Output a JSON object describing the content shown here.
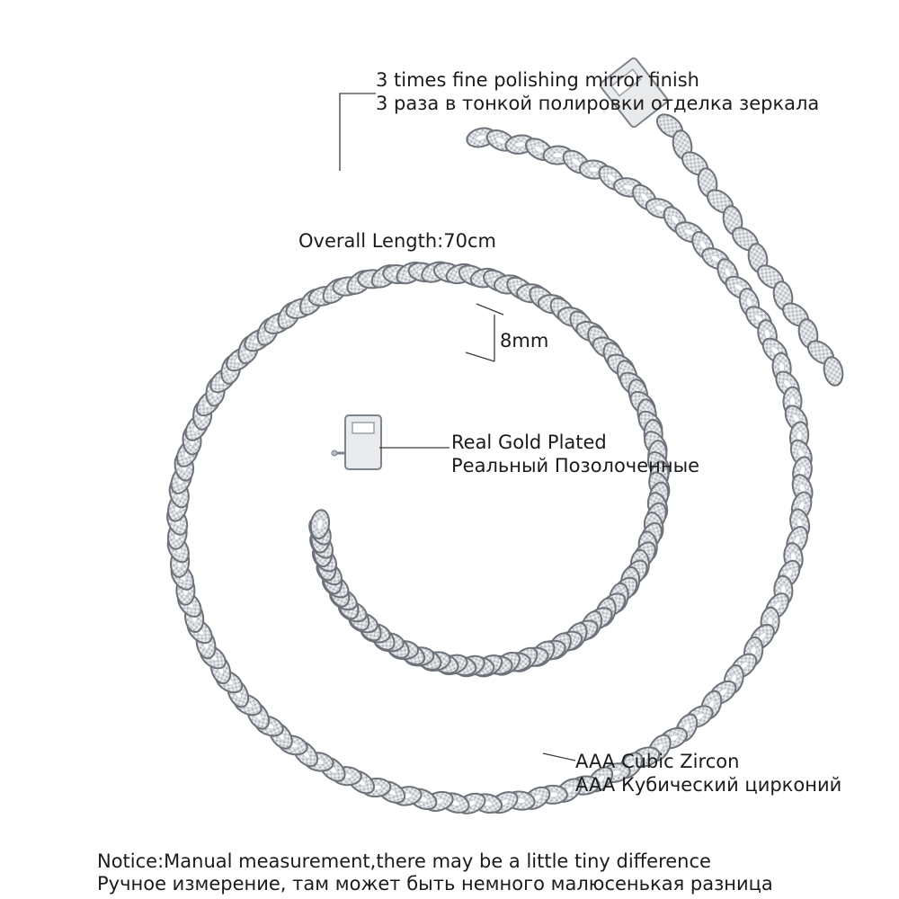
{
  "image": {
    "subject": "silver cubic zirconia Cuban link chain necklace coiled in a spiral",
    "background_color": "#ffffff",
    "metal_color": "#c9ccd0",
    "highlight_color": "#f4f6f8",
    "shadow_color": "#6d7279"
  },
  "annotations": {
    "polishing": {
      "en": "3 times fine polishing mirror finish",
      "ru": "3 раза в тонкой полировки отделка зеркала"
    },
    "length": {
      "label": "Overall Length:",
      "value": "70cm"
    },
    "width": {
      "value": "8mm"
    },
    "plating": {
      "en": "Real Gold Plated",
      "ru": "Реальный Позолоченные"
    },
    "stones": {
      "en": "AAA Cubic Zircon",
      "ru": "AAA Кубический цирконий"
    }
  },
  "notice": {
    "en": "Notice:Manual measurement,there may be a little tiny difference",
    "ru": "Ручное измерение, там может быть немного малюсенькая разница"
  }
}
